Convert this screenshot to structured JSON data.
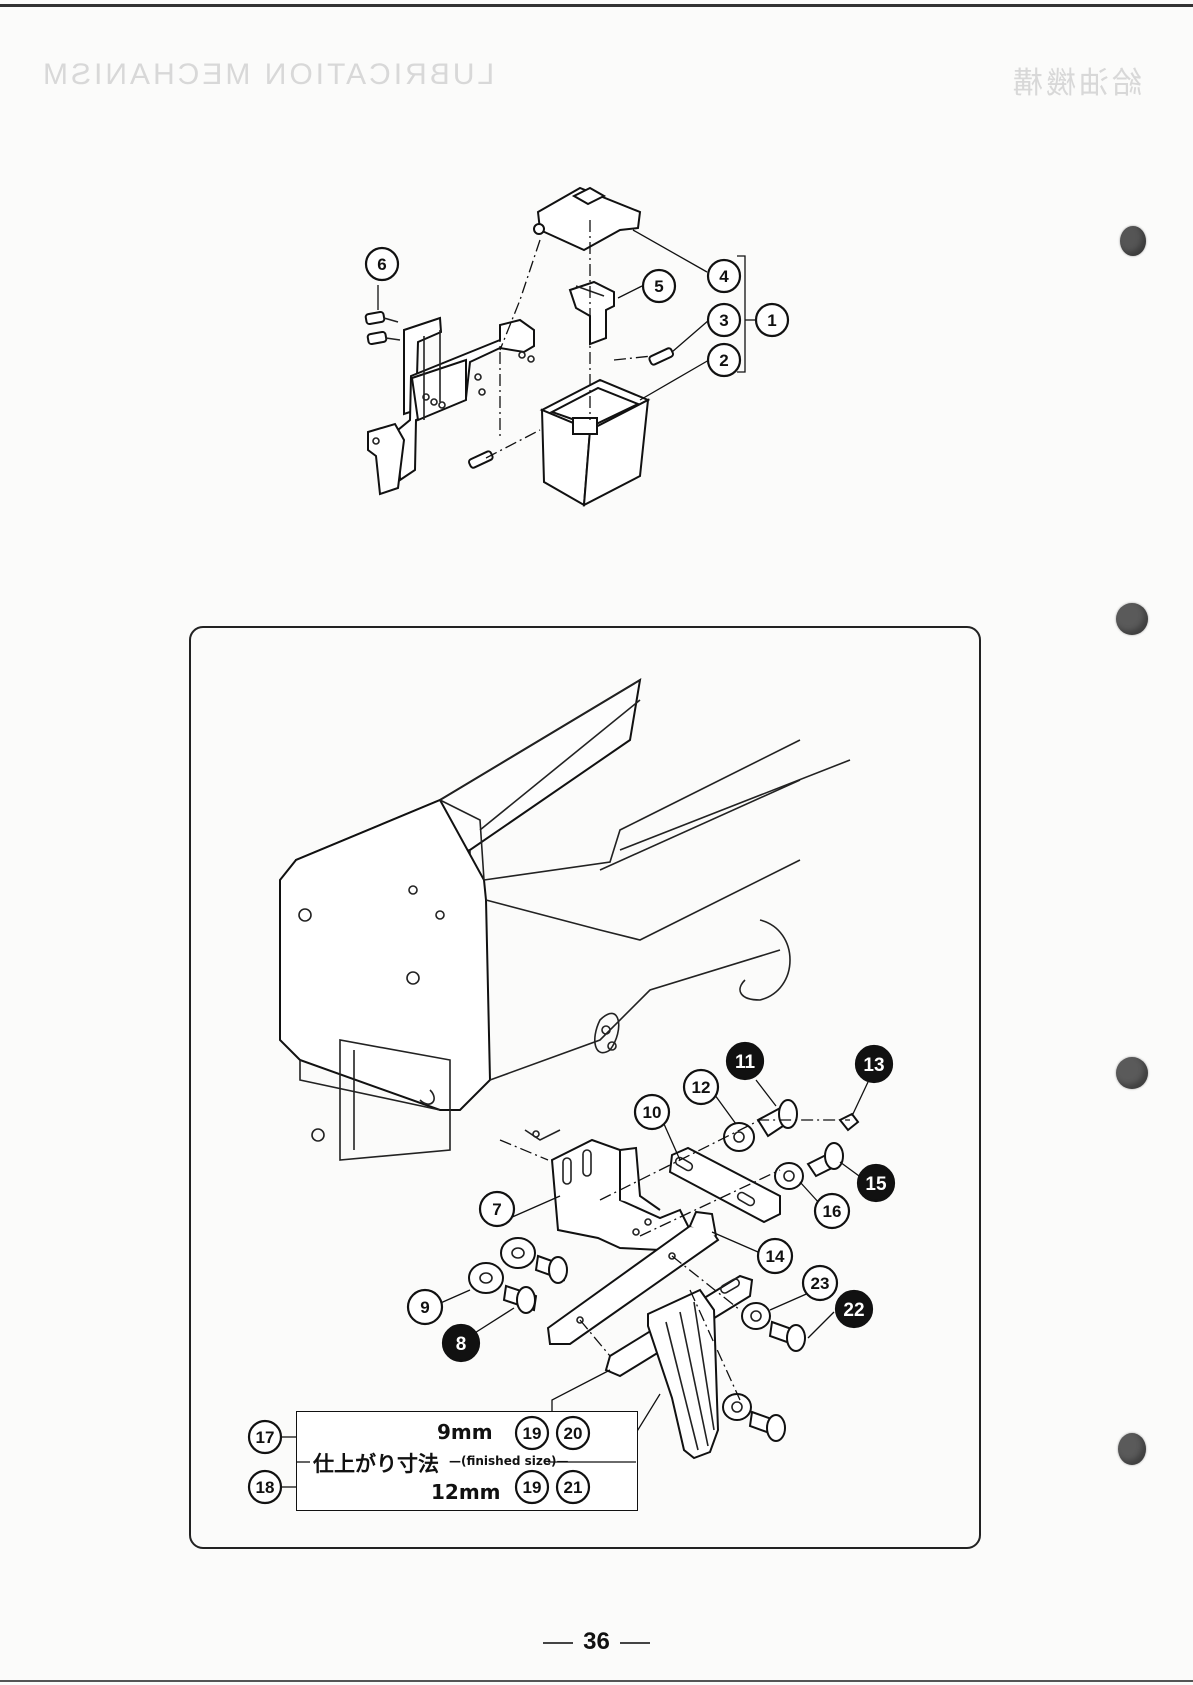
{
  "header": {
    "title_en": "LUBRICATION MECHANISM",
    "title_jp": "給油機構"
  },
  "upper_figure": {
    "callouts": [
      "1",
      "2",
      "3",
      "4",
      "5",
      "6"
    ]
  },
  "lower_figure": {
    "callouts": [
      "7",
      "8",
      "9",
      "10",
      "11",
      "12",
      "13",
      "14",
      "15",
      "16",
      "22",
      "23"
    ]
  },
  "size_table": {
    "label_jp": "仕上がり寸法",
    "label_en": "(finished size)",
    "rows": [
      {
        "callout": "17",
        "size": "9mm",
        "parts": [
          "19",
          "20"
        ]
      },
      {
        "callout": "18",
        "size": "12mm",
        "parts": [
          "19",
          "21"
        ]
      }
    ]
  },
  "footer": {
    "page_number": "36"
  }
}
